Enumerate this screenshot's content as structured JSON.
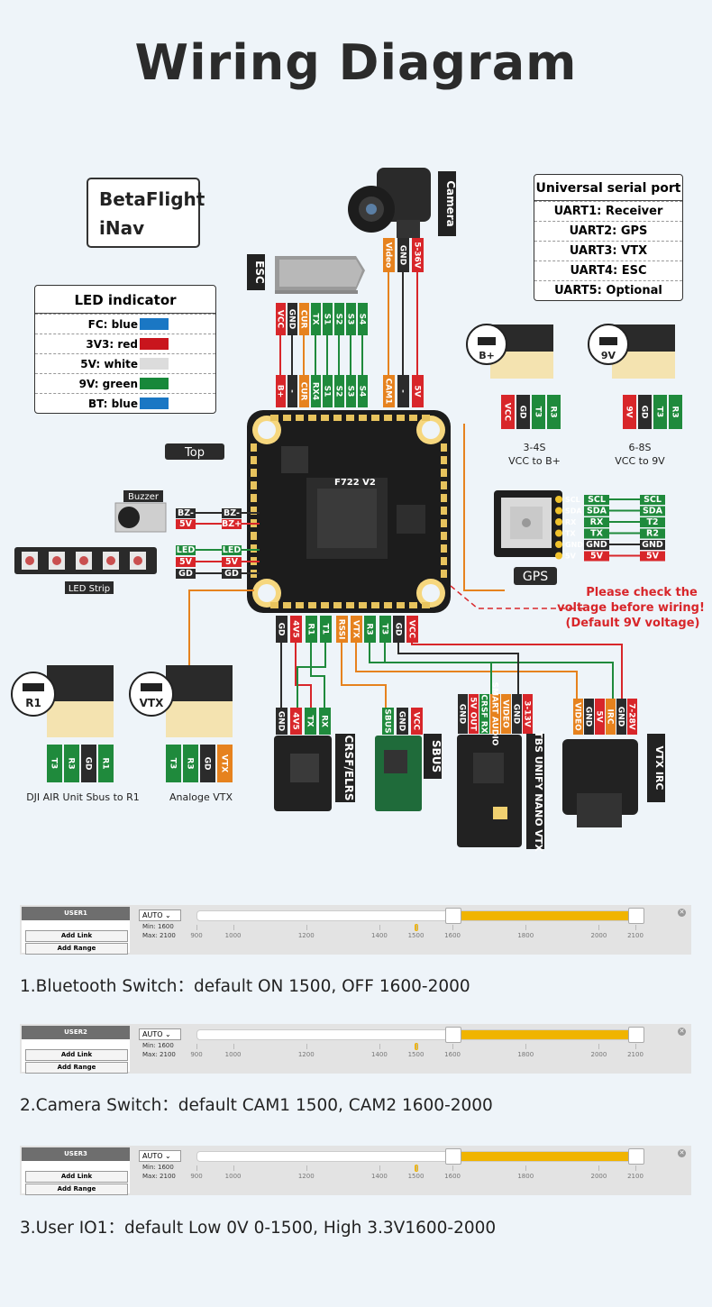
{
  "title": "Wiring Diagram",
  "firmware": [
    "BetaFlight",
    "iNav"
  ],
  "led_indicator": {
    "title": "LED indicator",
    "rows": [
      {
        "label": "FC:  blue",
        "color": "#1a77c4"
      },
      {
        "label": "3V3:  red",
        "color": "#c9151d"
      },
      {
        "label": "5V:  white",
        "color": "#dcdcdc"
      },
      {
        "label": "9V:  green",
        "color": "#17883a"
      },
      {
        "label": "BT:  blue",
        "color": "#1a77c4"
      }
    ]
  },
  "uart": {
    "title": "Universal serial port",
    "rows": [
      "UART1:  Receiver",
      "UART2:  GPS",
      "UART3:  VTX",
      "UART4:  ESC",
      "UART5:  Optional"
    ]
  },
  "labels": {
    "camera": "Camera",
    "esc": "ESC",
    "top": "Top",
    "buzzer": "Buzzer",
    "led_strip": "LED Strip",
    "gps": "GPS",
    "board": "F722  V2",
    "b_plus": "B+",
    "nine_v": "9V",
    "r1": "R1",
    "vtx": "VTX",
    "vtx_b_plus_note": "3-4S\nVCC to B+",
    "vtx_9v_note": "6-8S\nVCC to 9V",
    "warning": [
      "Please check the",
      "voltage before wiring!",
      "(Default 9V voltage)"
    ],
    "dji": "DJI AIR Unit Sbus to R1",
    "analoge": "Analoge  VTX",
    "crsf": "CRSF/ELRS",
    "sbus": "SBUS",
    "tbs": "TBS UNIFY NANO VTX",
    "vtx_irc": "VTX IRC"
  },
  "esc_pins_top": [
    "VCC",
    "GND",
    "CUR",
    "TX",
    "S1",
    "S2",
    "S3",
    "S4"
  ],
  "esc_pins_bottom": [
    "B+",
    "-",
    "CUR",
    "RX4",
    "S1",
    "S2",
    "S3",
    "S4"
  ],
  "cam_pins_top": [
    "Video",
    "GND",
    "5-36V"
  ],
  "cam_pins_bottom": [
    "CAM1",
    "-",
    "5V"
  ],
  "left_pins": [
    {
      "a": "BZ-",
      "b": "BZ-"
    },
    {
      "a": "5V",
      "b": "BZ+"
    },
    {
      "a": "LED",
      "b": "LED"
    },
    {
      "a": "5V",
      "b": "5V"
    },
    {
      "a": "GD",
      "b": "GD"
    }
  ],
  "gps_pins": [
    {
      "a": "SCL",
      "b": "SCL"
    },
    {
      "a": "SDA",
      "b": "SDA"
    },
    {
      "a": "RX",
      "b": "T2"
    },
    {
      "a": "TX",
      "b": "R2"
    },
    {
      "a": "GND",
      "b": "GND"
    },
    {
      "a": "5V",
      "b": "5V"
    }
  ],
  "gps_module_pins": [
    "SCL",
    "SDA",
    "RX",
    "TX",
    "GND",
    "5V"
  ],
  "bottom_pins": [
    "GD",
    "4V5",
    "R1",
    "T1",
    "RSSI",
    "VTX",
    "R3",
    "T3",
    "GD",
    "VCC"
  ],
  "vtx_right_b": [
    "VCC",
    "GD",
    "T3",
    "R3"
  ],
  "vtx_right_9": [
    "9V",
    "GD",
    "T3",
    "R3"
  ],
  "dji_pins": [
    "T3",
    "R3",
    "GD",
    "R1"
  ],
  "analoge_pins": [
    "T3",
    "R3",
    "GD",
    "VTX"
  ],
  "crsf_pins": [
    "GND",
    "4V5",
    "TX",
    "RX"
  ],
  "sbus_pins": [
    "SBUS",
    "GND",
    "VCC"
  ],
  "tbs_pins": [
    "GND",
    "5V OUT",
    "CRSF RX",
    "SMART AUDIO",
    "VIDEO",
    "GND",
    "3-13V"
  ],
  "irc_pins": [
    "VIDEO",
    "GND",
    "5V",
    "IRC",
    "GND",
    "7-28V"
  ],
  "sliders": [
    {
      "user": "USER1",
      "add_link": "Add Link",
      "add_range": "Add Range",
      "mode": "AUTO",
      "min": "Min: 1600",
      "max": "Max: 2100",
      "range_start": 1600,
      "range_end": 2100,
      "marker": 1500
    },
    {
      "user": "USER2",
      "add_link": "Add Link",
      "add_range": "Add Range",
      "mode": "AUTO",
      "min": "Min: 1600",
      "max": "Max: 2100",
      "range_start": 1600,
      "range_end": 2100,
      "marker": 1500
    },
    {
      "user": "USER3",
      "add_link": "Add Link",
      "add_range": "Add Range",
      "mode": "AUTO",
      "min": "Min: 1600",
      "max": "Max: 2100",
      "range_start": 1600,
      "range_end": 2100,
      "marker": 1500
    }
  ],
  "slider_ticks": [
    "900",
    "1000",
    "1200",
    "1400",
    "1500",
    "1600",
    "1800",
    "2000",
    "2100"
  ],
  "captions": [
    "1.Bluetooth Switch：default ON 1500,   OFF 1600-2000",
    "2.Camera Switch：default CAM1 1500,  CAM2  1600-2000",
    "3.User IO1：default  Low 0V 0-1500,   High 3.3V1600-2000"
  ]
}
